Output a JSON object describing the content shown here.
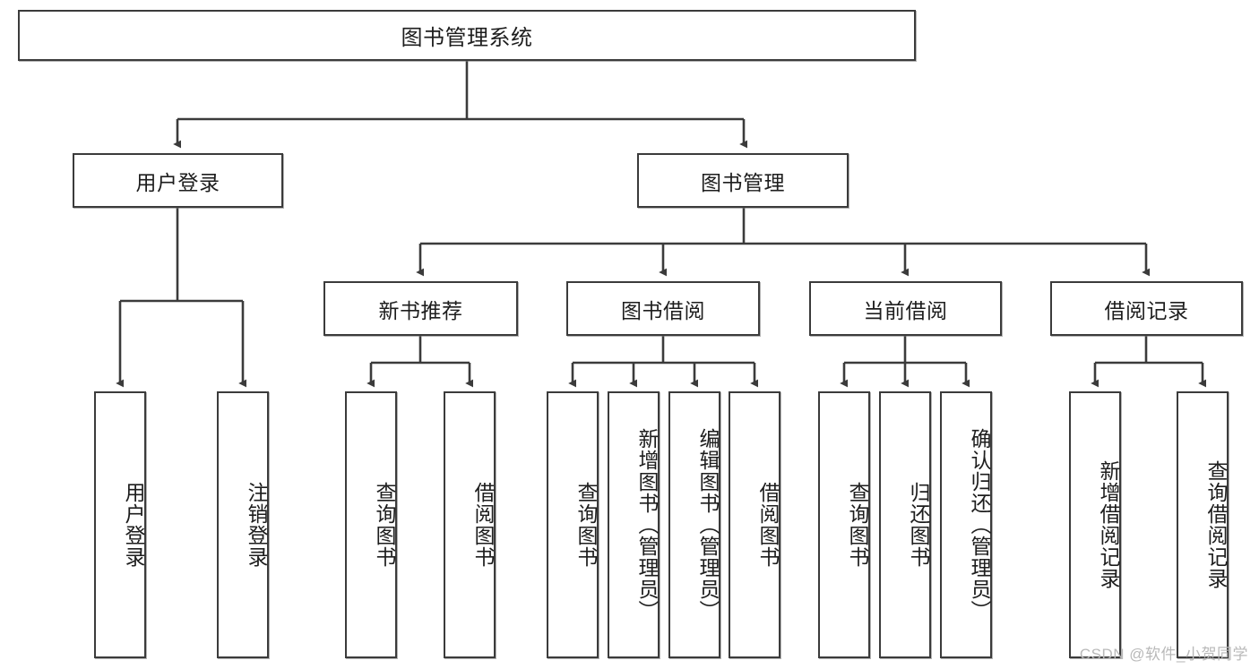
{
  "diagram": {
    "type": "tree-hierarchy-diagram",
    "title": "图书管理系统",
    "style": {
      "border_color": "#3b3b3b",
      "fill_color": "#ffffff",
      "text_color": "#1d1d1d",
      "watermark_color": "#b9b9b9"
    },
    "root": {
      "label": "图书管理系统"
    },
    "level2": [
      {
        "id": "user-login",
        "label": "用户登录"
      },
      {
        "id": "book-management",
        "label": "图书管理"
      }
    ],
    "level3": [
      {
        "id": "new-book-recommend",
        "label": "新书推荐",
        "parent": "book-management"
      },
      {
        "id": "book-borrow",
        "label": "图书借阅",
        "parent": "book-management"
      },
      {
        "id": "current-borrow",
        "label": "当前借阅",
        "parent": "book-management"
      },
      {
        "id": "borrow-record",
        "label": "借阅记录",
        "parent": "book-management"
      }
    ],
    "leaves": {
      "user-login": [
        {
          "id": "leaf-user-login",
          "label": "用户登录"
        },
        {
          "id": "leaf-user-logout",
          "label": "注销登录"
        }
      ],
      "new-book-recommend": [
        {
          "id": "leaf-query-book-1",
          "label": "查询图书"
        },
        {
          "id": "leaf-borrow-book-1",
          "label": "借阅图书"
        }
      ],
      "book-borrow": [
        {
          "id": "leaf-query-book-2",
          "label": "查询图书"
        },
        {
          "id": "leaf-add-book",
          "label": "新增图书（管理员）"
        },
        {
          "id": "leaf-edit-book",
          "label": "编辑图书（管理员）"
        },
        {
          "id": "leaf-borrow-book-2",
          "label": "借阅图书"
        }
      ],
      "current-borrow": [
        {
          "id": "leaf-query-book-3",
          "label": "查询图书"
        },
        {
          "id": "leaf-return-book",
          "label": "归还图书"
        },
        {
          "id": "leaf-confirm-return",
          "label": "确认归还（管理员）"
        }
      ],
      "borrow-record": [
        {
          "id": "leaf-add-record",
          "label": "新增借阅记录"
        },
        {
          "id": "leaf-query-record",
          "label": "查询借阅记录"
        }
      ]
    }
  },
  "watermark": {
    "text": "CSDN @软件_小贺同学"
  }
}
